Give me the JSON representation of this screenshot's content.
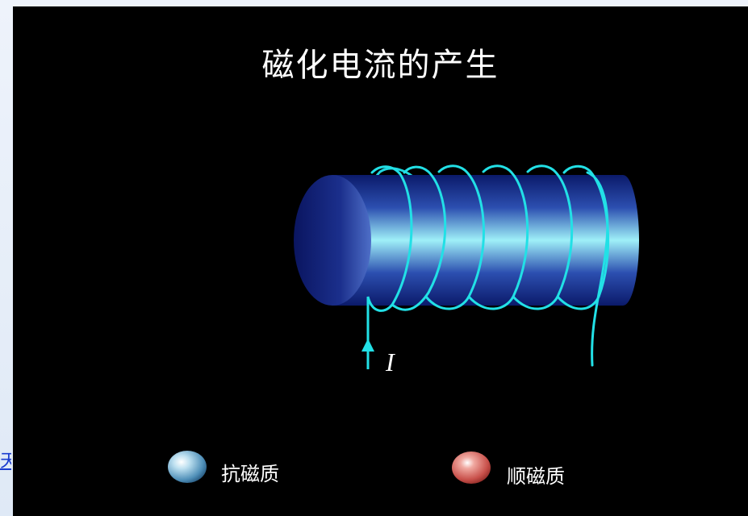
{
  "title": "磁化电流的产生",
  "current_label": "I",
  "legend": {
    "diamagnetic": {
      "label": "抗磁质",
      "color": "#7fb3d5"
    },
    "paramagnetic": {
      "label": "顺磁质",
      "color": "#d0605a"
    }
  },
  "edge_link_text": "天",
  "colors": {
    "background": "#000000",
    "coil": "#22e0e6",
    "cylinder_dark": "#0a1a6e",
    "cylinder_light": "#8fe6f5"
  },
  "icons": [
    "arrow-up-icon"
  ]
}
